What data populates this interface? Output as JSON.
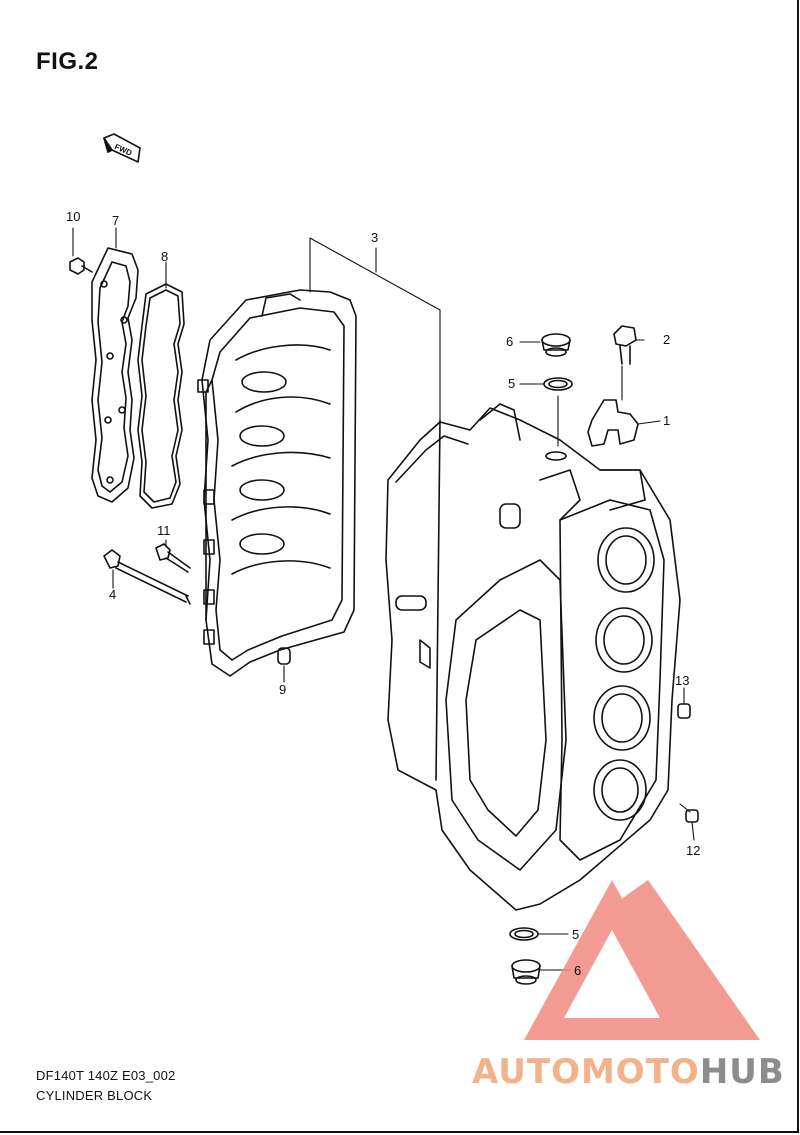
{
  "figure": {
    "title": "FIG.2",
    "direction_label": "FWD"
  },
  "callouts": [
    {
      "id": "c10",
      "label": "10"
    },
    {
      "id": "c7",
      "label": "7"
    },
    {
      "id": "c8",
      "label": "8"
    },
    {
      "id": "c3",
      "label": "3"
    },
    {
      "id": "c6a",
      "label": "6"
    },
    {
      "id": "c2",
      "label": "2"
    },
    {
      "id": "c5a",
      "label": "5"
    },
    {
      "id": "c1",
      "label": "1"
    },
    {
      "id": "c11",
      "label": "11"
    },
    {
      "id": "c4",
      "label": "4"
    },
    {
      "id": "c9",
      "label": "9"
    },
    {
      "id": "c13",
      "label": "13"
    },
    {
      "id": "c12",
      "label": "12"
    },
    {
      "id": "c5b",
      "label": "5"
    },
    {
      "id": "c6b",
      "label": "6"
    }
  ],
  "caption": {
    "model": "DF140T 140Z E03_002",
    "name": "CYLINDER BLOCK"
  },
  "watermark": {
    "part1": "AUTOMOTO",
    "part2": "HUB",
    "colors": {
      "triangle": "#f08a80",
      "text_light": "#f4b28a",
      "text_dark": "#8c8c8c"
    }
  }
}
